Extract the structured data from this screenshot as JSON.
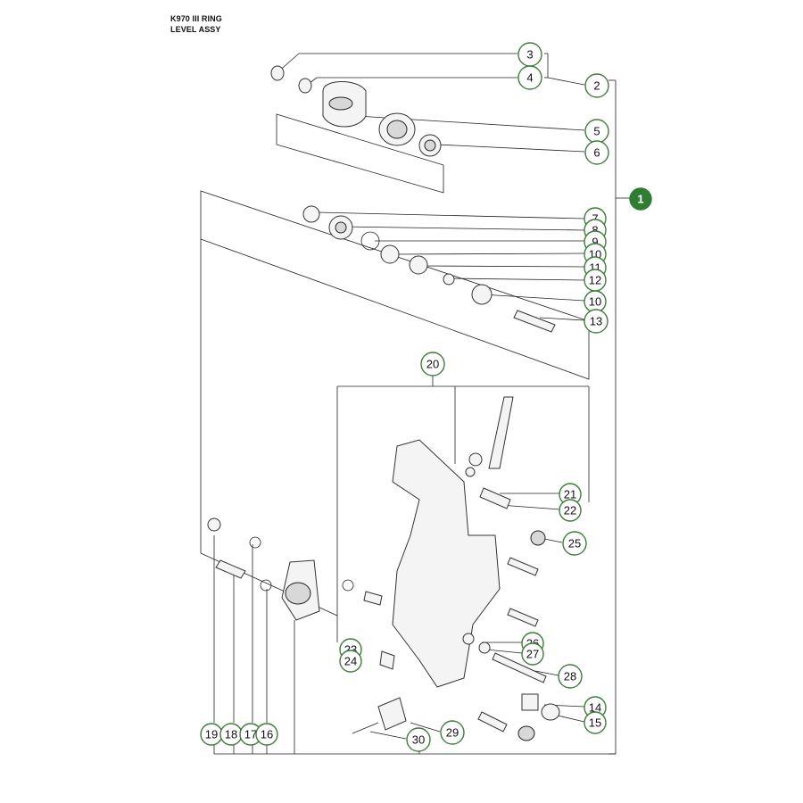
{
  "header": {
    "line1": "K970 III RING",
    "line2": "LEVEL ASSY"
  },
  "colors": {
    "bubble_border": "#3f7d3a",
    "main_bubble_fill": "#2e7d32"
  },
  "callouts": [
    {
      "id": "c3",
      "label": "3"
    },
    {
      "id": "c4",
      "label": "4"
    },
    {
      "id": "c2",
      "label": "2"
    },
    {
      "id": "c5",
      "label": "5"
    },
    {
      "id": "c6",
      "label": "6"
    },
    {
      "id": "c1",
      "label": "1",
      "main": true
    },
    {
      "id": "c7",
      "label": "7"
    },
    {
      "id": "c8",
      "label": "8"
    },
    {
      "id": "c9",
      "label": "9"
    },
    {
      "id": "c10a",
      "label": "10"
    },
    {
      "id": "c11",
      "label": "11"
    },
    {
      "id": "c12",
      "label": "12"
    },
    {
      "id": "c10b",
      "label": "10"
    },
    {
      "id": "c13",
      "label": "13"
    },
    {
      "id": "c20",
      "label": "20"
    },
    {
      "id": "c21",
      "label": "21"
    },
    {
      "id": "c22",
      "label": "22"
    },
    {
      "id": "c25",
      "label": "25"
    },
    {
      "id": "c26",
      "label": "26"
    },
    {
      "id": "c27",
      "label": "27"
    },
    {
      "id": "c23",
      "label": "23"
    },
    {
      "id": "c24",
      "label": "24"
    },
    {
      "id": "c28",
      "label": "28"
    },
    {
      "id": "c14",
      "label": "14"
    },
    {
      "id": "c15",
      "label": "15"
    },
    {
      "id": "c19",
      "label": "19"
    },
    {
      "id": "c18",
      "label": "18"
    },
    {
      "id": "c17",
      "label": "17"
    },
    {
      "id": "c16",
      "label": "16"
    },
    {
      "id": "c30",
      "label": "30"
    },
    {
      "id": "c29",
      "label": "29"
    }
  ]
}
